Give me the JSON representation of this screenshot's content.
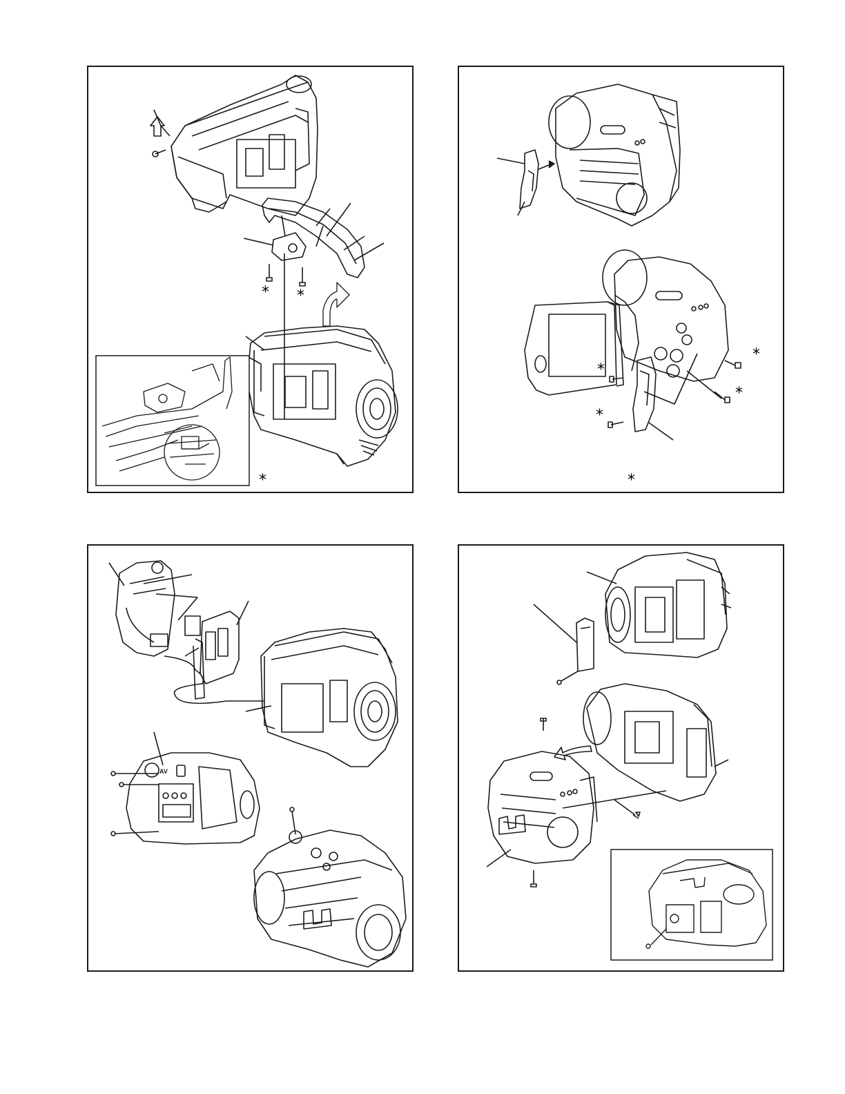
{
  "panels": [
    {
      "id": "top-left",
      "asterisks": [
        "*",
        "*",
        "*"
      ]
    },
    {
      "id": "top-right",
      "asterisks": [
        "*",
        "*",
        "*",
        "*",
        "*"
      ]
    },
    {
      "id": "bottom-left",
      "asterisks": []
    },
    {
      "id": "bottom-right",
      "asterisks": []
    }
  ],
  "marks": {
    "tl_star_1": "*",
    "tl_star_2": "*",
    "tl_star_3": "*",
    "tr_star_1": "*",
    "tr_star_2": "*",
    "tr_star_3": "*",
    "tr_star_4": "*",
    "tr_star_5": "*"
  },
  "labels": {
    "av_jack": "AV"
  }
}
